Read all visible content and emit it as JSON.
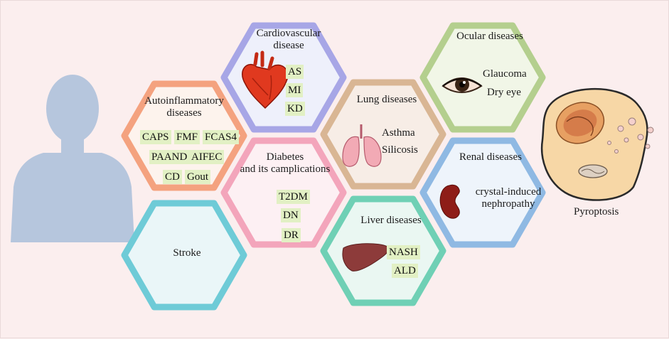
{
  "hexagons": {
    "autoinflammatory": {
      "title_line1": "Autoinflammatory",
      "title_line2": "diseases",
      "tags": [
        "CAPS",
        "FMF",
        "FCAS4",
        "PAAND",
        "AIFEC",
        "CD",
        "Gout"
      ],
      "colors": {
        "border": "#f4a27f",
        "fill": "#fdf3ed"
      }
    },
    "cardiovascular": {
      "title_line1": "Cardiovascular",
      "title_line2": "disease",
      "tags": [
        "AS",
        "MI",
        "KD"
      ],
      "colors": {
        "border": "#a7a6e6",
        "fill": "#eef0fb"
      }
    },
    "diabetes": {
      "title_line1": "Diabetes",
      "title_line2": "and its camplications",
      "tags": [
        "T2DM",
        "DN",
        "DR"
      ],
      "colors": {
        "border": "#f3a5bb",
        "fill": "#fdf0f3"
      }
    },
    "lung": {
      "title": "Lung diseases",
      "items": [
        "Asthma",
        "Silicosis"
      ],
      "colors": {
        "border": "#d9b694",
        "fill": "#f7ede6"
      }
    },
    "ocular": {
      "title": "Ocular diseases",
      "items": [
        "Glaucoma",
        "Dry eye"
      ],
      "colors": {
        "border": "#b4cf8e",
        "fill": "#f1f6e7"
      }
    },
    "renal": {
      "title": "Renal diseases",
      "item_line1": "crystal-induced",
      "item_line2": "nephropathy",
      "colors": {
        "border": "#8fb9e3",
        "fill": "#eef4fb"
      }
    },
    "liver": {
      "title": "Liver diseases",
      "tags": [
        "NASH",
        "ALD"
      ],
      "colors": {
        "border": "#6fd0b5",
        "fill": "#eaf7f2"
      }
    },
    "stroke": {
      "title": "Stroke",
      "colors": {
        "border": "#6ecbd7",
        "fill": "#eaf6f8"
      }
    }
  },
  "pyroptosis_label": "Pyroptosis",
  "icons": [
    "human-silhouette-icon",
    "heart-icon",
    "lungs-icon",
    "eye-icon",
    "kidney-icon",
    "liver-icon",
    "pyroptotic-cell-icon"
  ],
  "colors": {
    "background": "#fbeeee",
    "silhouette": "#b6c6dd",
    "tag": "#e2f0c4"
  }
}
